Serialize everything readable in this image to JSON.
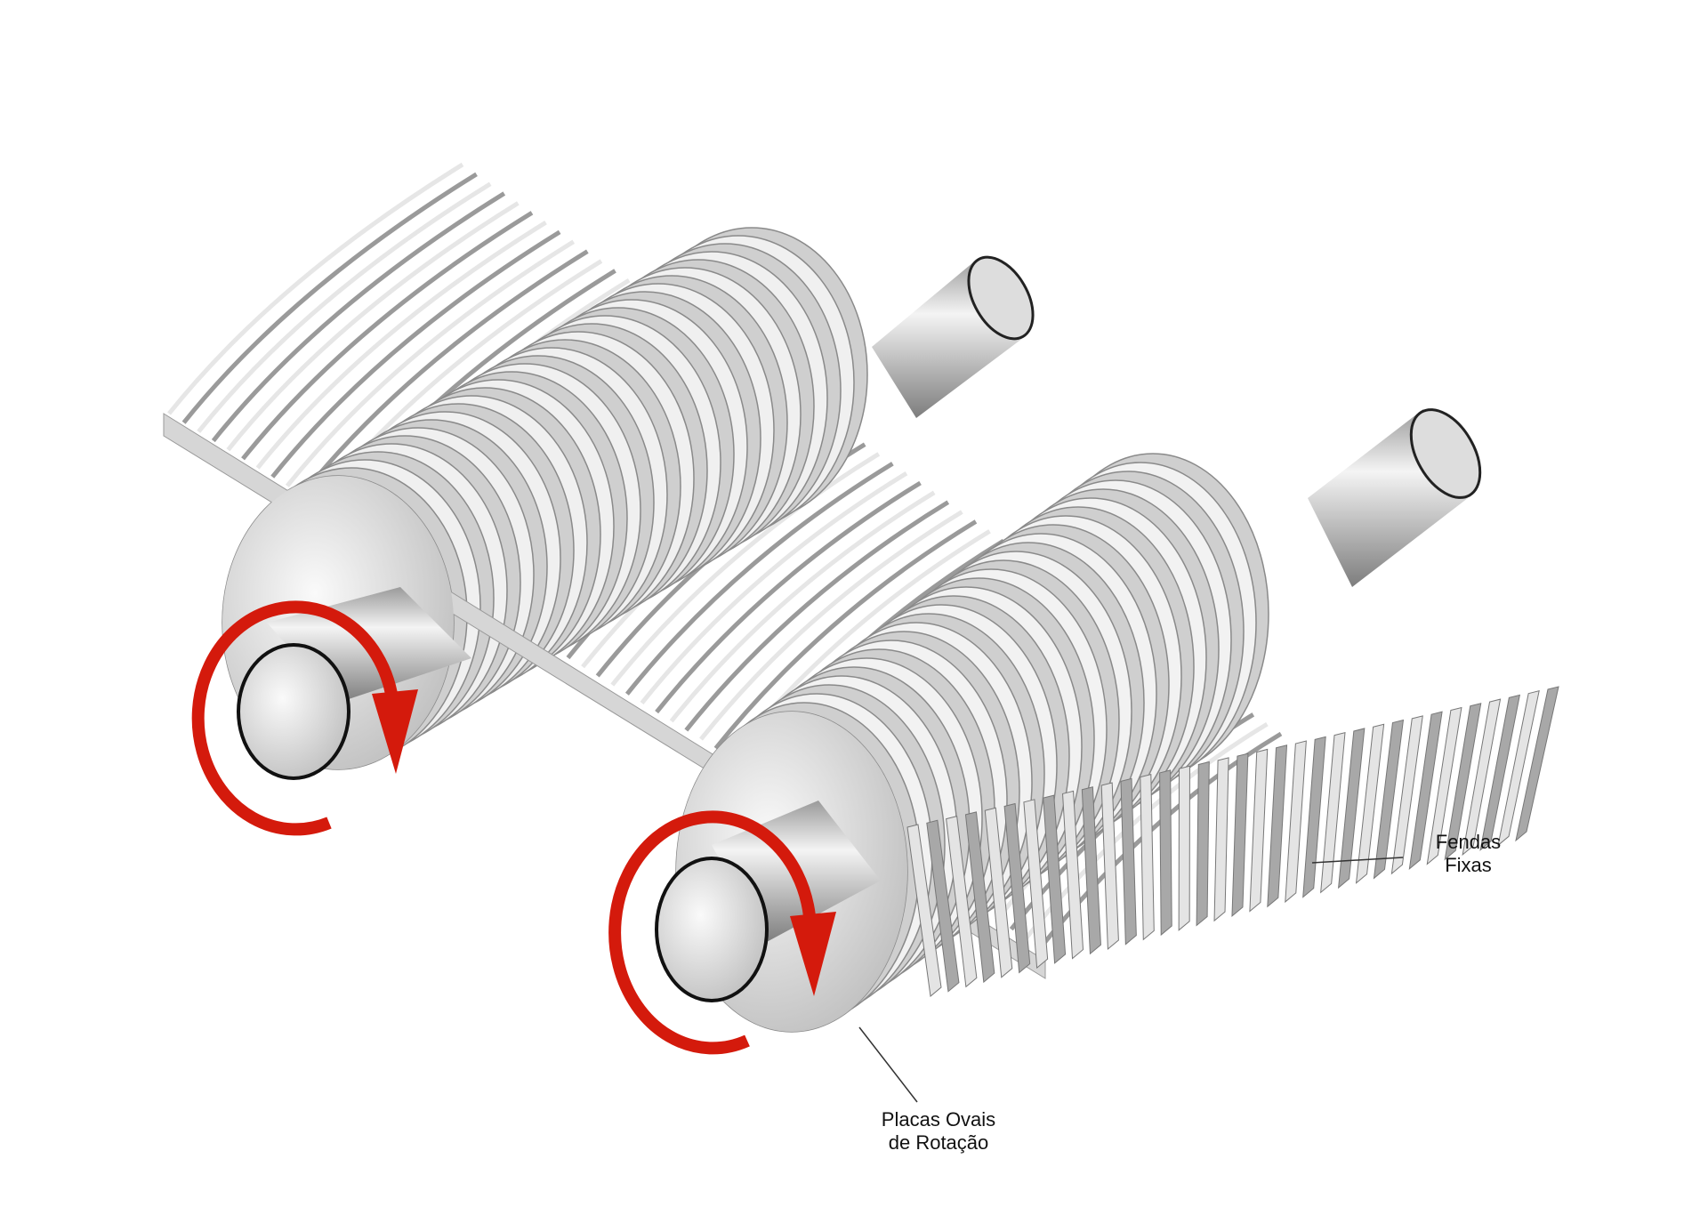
{
  "labels": {
    "fixed_slots": {
      "line1": "Fendas",
      "line2": "Fixas"
    },
    "rotating_plates": {
      "line1": "Placas Ovais",
      "line2": "de Rotação"
    }
  },
  "colors": {
    "arrow": "#d41a0c",
    "metal_light": "#eeeeee",
    "metal_dark": "#8a8a8a",
    "leader": "#333333"
  }
}
